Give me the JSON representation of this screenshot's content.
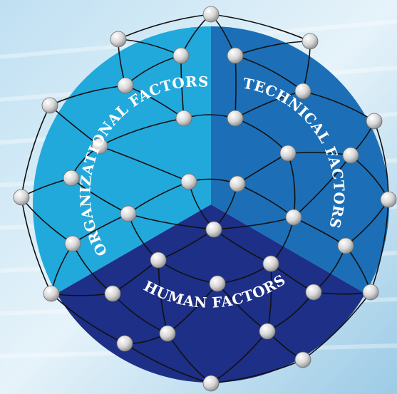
{
  "diagram": {
    "segments": [
      {
        "key": "organizational",
        "label": "ORGANIZATIONAL FACTORS",
        "color": "#22a9dc"
      },
      {
        "key": "technical",
        "label": "TECHNICAL FACTORS",
        "color": "#1c6fb6"
      },
      {
        "key": "human",
        "label": "HUMAN FACTORS",
        "color": "#1d2f86"
      }
    ],
    "background_color": "#cfe6f3",
    "node_color": "#e8e8e8",
    "network_line_color": "#111111"
  }
}
